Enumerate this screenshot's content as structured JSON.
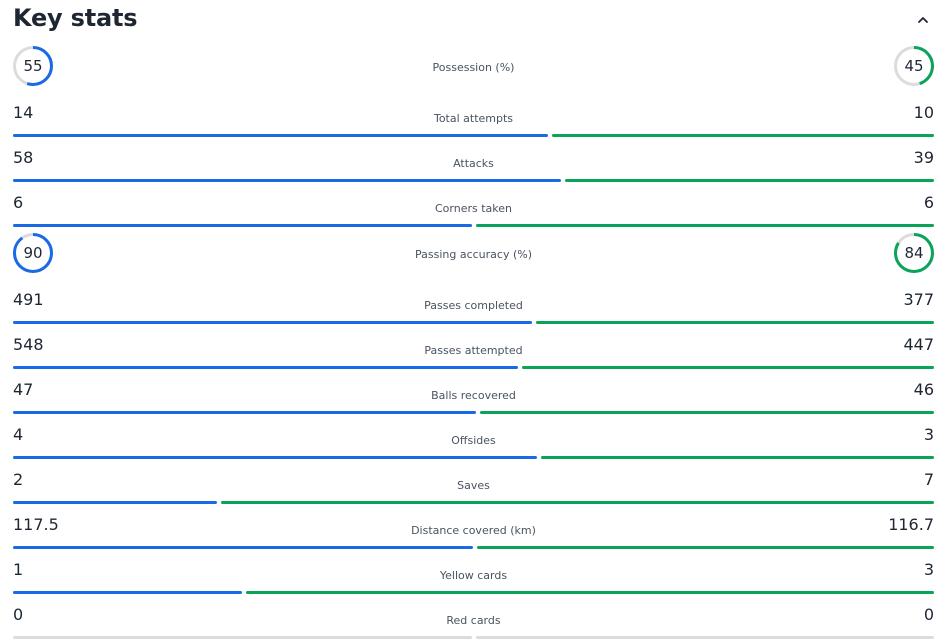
{
  "header": {
    "title": "Key stats"
  },
  "colors": {
    "home": "#1a6ae8",
    "away": "#0aa35a",
    "track": "#dcdcdc"
  },
  "stats": [
    {
      "label": "Possession (%)",
      "home": "55",
      "away": "45",
      "home_num": 55,
      "away_num": 45,
      "kind": "circle"
    },
    {
      "label": "Total attempts",
      "home": "14",
      "away": "10",
      "home_num": 14,
      "away_num": 10,
      "kind": "bar"
    },
    {
      "label": "Attacks",
      "home": "58",
      "away": "39",
      "home_num": 58,
      "away_num": 39,
      "kind": "bar"
    },
    {
      "label": "Corners taken",
      "home": "6",
      "away": "6",
      "home_num": 6,
      "away_num": 6,
      "kind": "bar"
    },
    {
      "label": "Passing accuracy (%)",
      "home": "90",
      "away": "84",
      "home_num": 90,
      "away_num": 84,
      "kind": "circle"
    },
    {
      "label": "Passes completed",
      "home": "491",
      "away": "377",
      "home_num": 491,
      "away_num": 377,
      "kind": "bar"
    },
    {
      "label": "Passes attempted",
      "home": "548",
      "away": "447",
      "home_num": 548,
      "away_num": 447,
      "kind": "bar"
    },
    {
      "label": "Balls recovered",
      "home": "47",
      "away": "46",
      "home_num": 47,
      "away_num": 46,
      "kind": "bar"
    },
    {
      "label": "Offsides",
      "home": "4",
      "away": "3",
      "home_num": 4,
      "away_num": 3,
      "kind": "bar"
    },
    {
      "label": "Saves",
      "home": "2",
      "away": "7",
      "home_num": 2,
      "away_num": 7,
      "kind": "bar"
    },
    {
      "label": "Distance covered (km)",
      "home": "117.5",
      "away": "116.7",
      "home_num": 117.5,
      "away_num": 116.7,
      "kind": "bar"
    },
    {
      "label": "Yellow cards",
      "home": "1",
      "away": "3",
      "home_num": 1,
      "away_num": 3,
      "kind": "bar"
    },
    {
      "label": "Red cards",
      "home": "0",
      "away": "0",
      "home_num": 0,
      "away_num": 0,
      "kind": "bar"
    }
  ]
}
